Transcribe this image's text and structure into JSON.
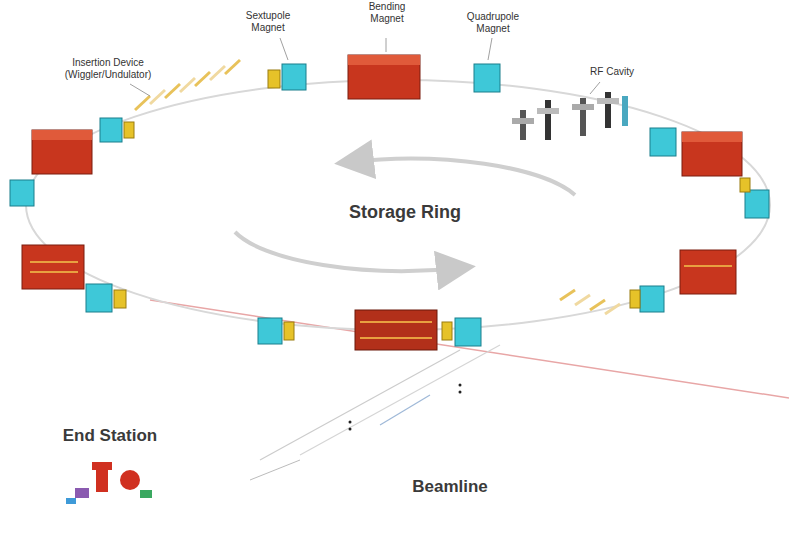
{
  "diagram": {
    "labels": [
      "Insertion Device (Wiggler/Undulator)",
      "Sextupole Magnet",
      "Bending Magnet",
      "Quadrupole Magnet",
      "RF Cavity",
      "Storage Ring",
      "End Station",
      "Beamline"
    ]
  }
}
